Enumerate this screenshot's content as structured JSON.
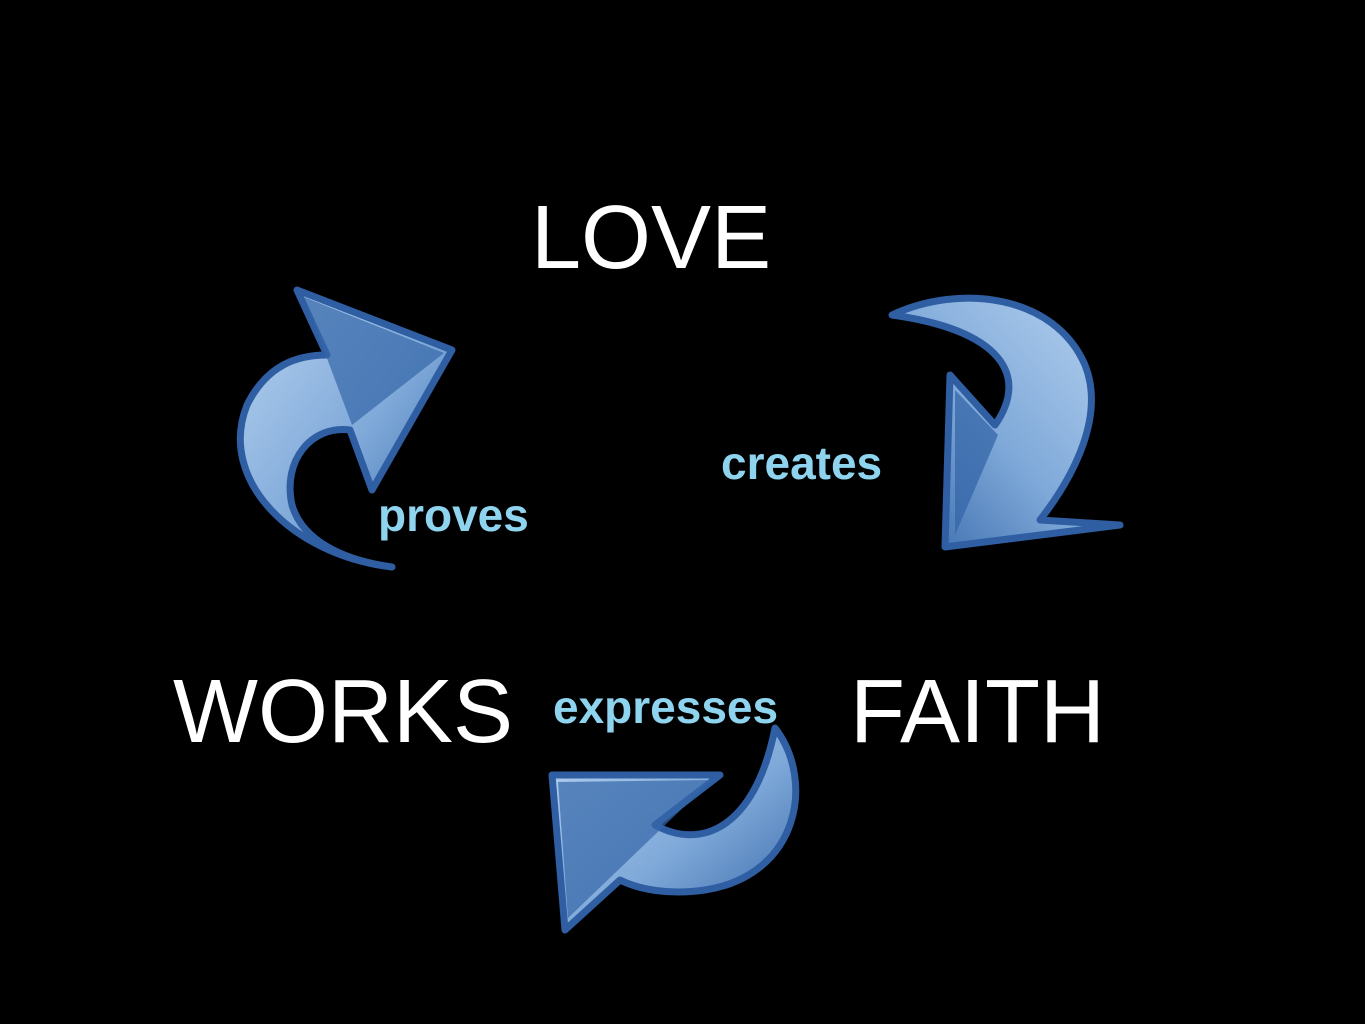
{
  "nodes": {
    "love": "LOVE",
    "faith": "FAITH",
    "works": "WORKS"
  },
  "edges": {
    "creates": "creates",
    "expresses": "expresses",
    "proves": "proves"
  },
  "colors": {
    "background": "#000000",
    "node_text": "#ffffff",
    "edge_text": "#8fd4ef",
    "arrow_fill_light": "#9cc0e6",
    "arrow_fill_dark": "#3566a8",
    "arrow_outline": "#2f5ea3"
  },
  "icons": {
    "arrow_icon": "curved-arrow-icon"
  }
}
